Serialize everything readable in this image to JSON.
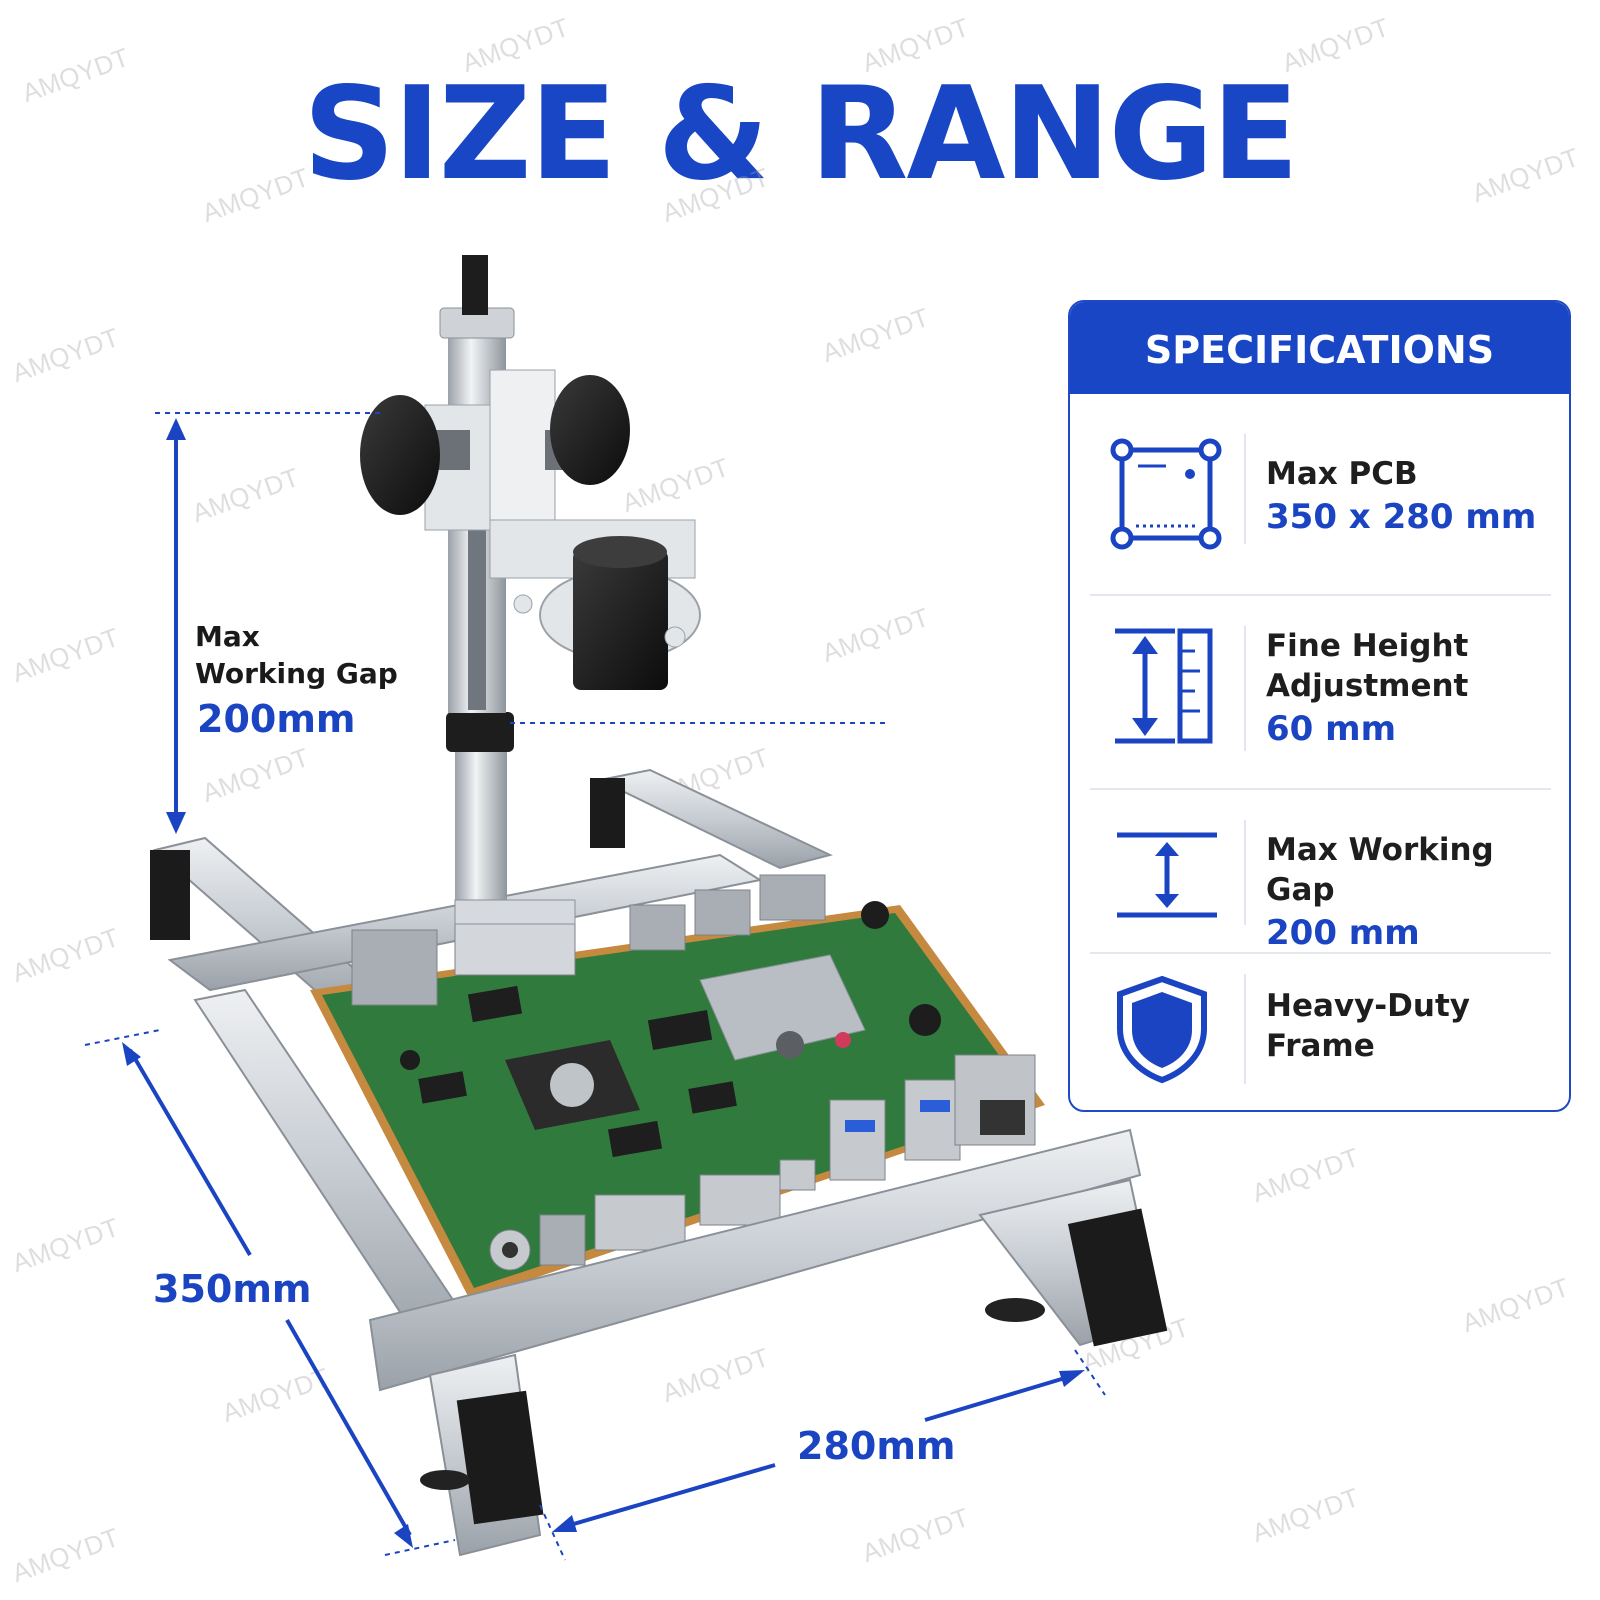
{
  "title": "SIZE & RANGE",
  "watermark": "AMQYDT",
  "dimensions": {
    "gap_caption_line1": "Max",
    "gap_caption_line2": "Working Gap",
    "gap_value": "200mm",
    "length": "350mm",
    "width": "280mm"
  },
  "specifications": {
    "header": "SPECIFICATIONS",
    "items": [
      {
        "icon": "pcb-frame-icon",
        "label_lines": [
          "Max PCB"
        ],
        "value": "350 x 280 mm"
      },
      {
        "icon": "height-ruler-icon",
        "label_lines": [
          "Fine Height",
          "Adjustment"
        ],
        "value": "60 mm"
      },
      {
        "icon": "gap-arrows-icon",
        "label_lines": [
          "Max Working Gap"
        ],
        "value": "200 mm"
      },
      {
        "icon": "shield-icon",
        "label_lines": [
          "Heavy-Duty",
          "Frame"
        ],
        "value": ""
      }
    ]
  },
  "colors": {
    "brand_blue": "#1946c4",
    "pcb_green": "#2f7a3c",
    "aluminum": "#c9ced4"
  }
}
